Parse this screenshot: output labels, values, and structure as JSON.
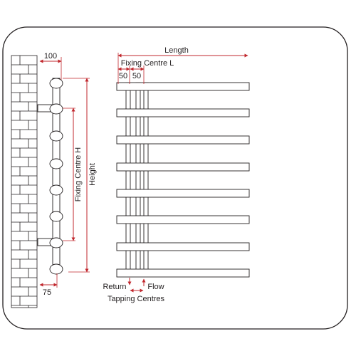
{
  "labels": {
    "depth": "100",
    "fixing_centre_h": "Fixing Centre H",
    "height": "Height",
    "length": "Length",
    "fixing_centre_l": "Fixing Centre L",
    "offset_a": "50",
    "offset_b": "50",
    "bottom_offset": "75",
    "return": "Return",
    "flow": "Flow",
    "tapping_centres": "Tapping Centres"
  },
  "colors": {
    "dimension": "#c1272d",
    "outline": "#231f20",
    "frame": "#231f20",
    "background": "#ffffff"
  }
}
